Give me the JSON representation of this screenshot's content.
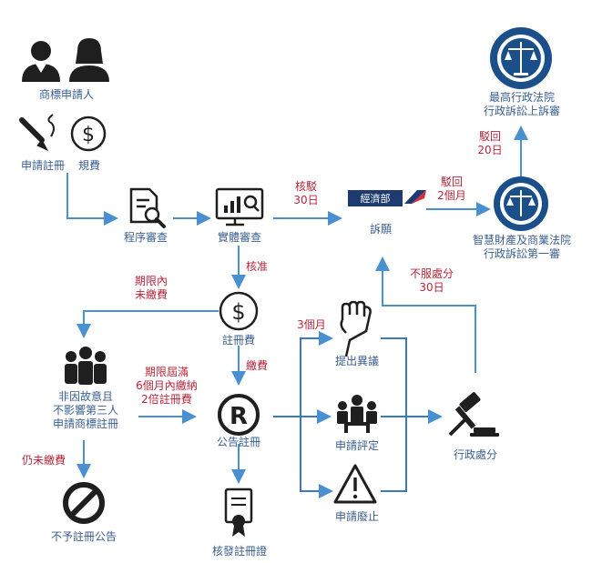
{
  "nodes": {
    "applicant": "商標申請人",
    "apply_registration": "申請註冊",
    "fee": "規費",
    "procedure_review": "程序審查",
    "substantive_review": "實體審查",
    "appeal": "訴願",
    "moea_logo": "經濟部",
    "ip_court": [
      "智慧財產及商業法院",
      "行政訴訟第一審"
    ],
    "supreme_court": [
      "最高行政法院",
      "行政訴訟上訴審"
    ],
    "registration_fee": "註冊費",
    "third_party": [
      "非因故意且",
      "不影響第三人",
      "申請商標註冊"
    ],
    "publish_registration": "公告註冊",
    "no_publication": "不予註冊公告",
    "issue_certificate": "核發註冊證",
    "opposition": "提出異議",
    "invalidation": "申請評定",
    "revocation": "申請廢止",
    "administrative_disposition": "行政處分"
  },
  "edges": {
    "reject_30": [
      "核駁",
      "30日"
    ],
    "dismiss_2m": [
      "駁回",
      "2個月"
    ],
    "dismiss_20": [
      "駁回",
      "20日"
    ],
    "approve": "核准",
    "unpaid_in_period": [
      "期限內",
      "未繳費"
    ],
    "pay": "繳費",
    "late_payment": [
      "期限屆滿",
      "6個月內繳納",
      "2倍註冊費"
    ],
    "still_unpaid": "仍未繳費",
    "three_months": "3個月",
    "disagree_30": [
      "不服處分",
      "30日"
    ]
  },
  "colors": {
    "node_text": "#3a5f8f",
    "edge_label": "#b8263b",
    "arrow": "#4a8fd0",
    "icon": "#1f1f1f",
    "seal": "#1a4f8a"
  }
}
